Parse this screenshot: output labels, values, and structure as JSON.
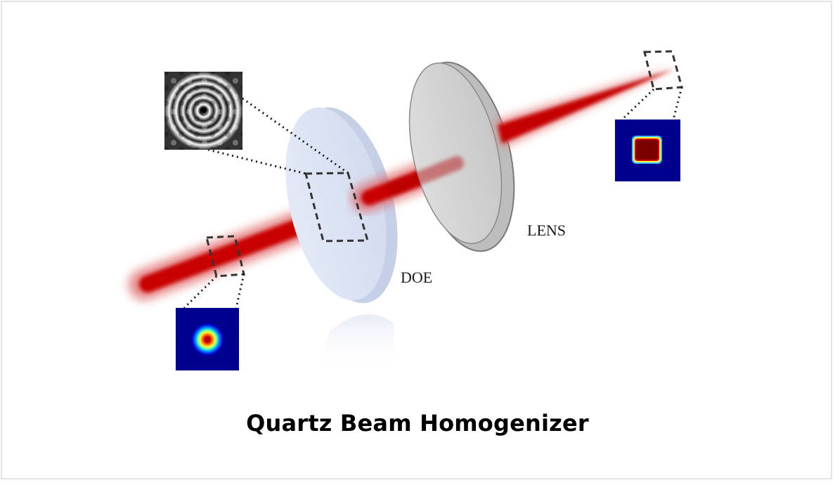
{
  "title": "Quartz Beam Homogenizer",
  "labels": {
    "doe": "DOE",
    "lens": "LENS"
  },
  "colors": {
    "beam": "#c80000",
    "doe_plate": "#d6e0f2",
    "lens": "#cfcfcf",
    "profile_background": "#00008f",
    "flat_top_core": "#7a0000"
  },
  "insets": {
    "input_profile": "gaussian",
    "phase_pattern": "diffractive-phase-mask",
    "output_profile": "flat-top"
  }
}
